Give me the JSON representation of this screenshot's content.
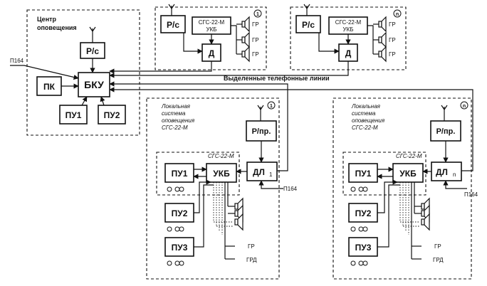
{
  "center": {
    "title_line1": "Центр",
    "title_line2": "оповещения",
    "rs": "Р/с",
    "bku": "БКУ",
    "pk": "ПК",
    "pu1": "ПУ1",
    "pu2": "ПУ2",
    "p164": "П164"
  },
  "top_units": [
    {
      "num": "1",
      "rs": "Р/с",
      "sgs_line1": "СГС-22-М",
      "sgs_line2": "УКБ",
      "d": "Д",
      "speakers": [
        "ГР",
        "ГР",
        "ГР"
      ]
    },
    {
      "num": "n",
      "rs": "Р/с",
      "sgs_line1": "СГС-22-М",
      "sgs_line2": "УКБ",
      "d": "Д",
      "speakers": [
        "ГР",
        "ГР",
        "ГР"
      ]
    }
  ],
  "phone_lines_label": "Выделенные телефонные линии",
  "local_systems": [
    {
      "num": "1",
      "title_line1": "Локальная",
      "title_line2": "система",
      "title_line3": "оповещения",
      "title_line4": "СГС-22-М",
      "rpr": "Р/пр.",
      "dl": "ДЛ",
      "dl_sub": "1",
      "sgs_label": "СГС-22-М",
      "pu1": "ПУ1",
      "ukb": "УКБ",
      "pu2": "ПУ2",
      "pu3": "ПУ3",
      "gr": "ГР",
      "grd": "ГРД",
      "p164": "П164"
    },
    {
      "num": "n",
      "title_line1": "Локальная",
      "title_line2": "система",
      "title_line3": "оповещения",
      "title_line4": "СГС-22-М",
      "rpr": "Р/пр.",
      "dl": "ДЛ",
      "dl_sub": "n",
      "sgs_label": "СГС-22-М",
      "pu1": "ПУ1",
      "ukb": "УКБ",
      "pu2": "ПУ2",
      "pu3": "ПУ3",
      "gr": "ГР",
      "grd": "ГРД",
      "p164": "П164"
    }
  ]
}
